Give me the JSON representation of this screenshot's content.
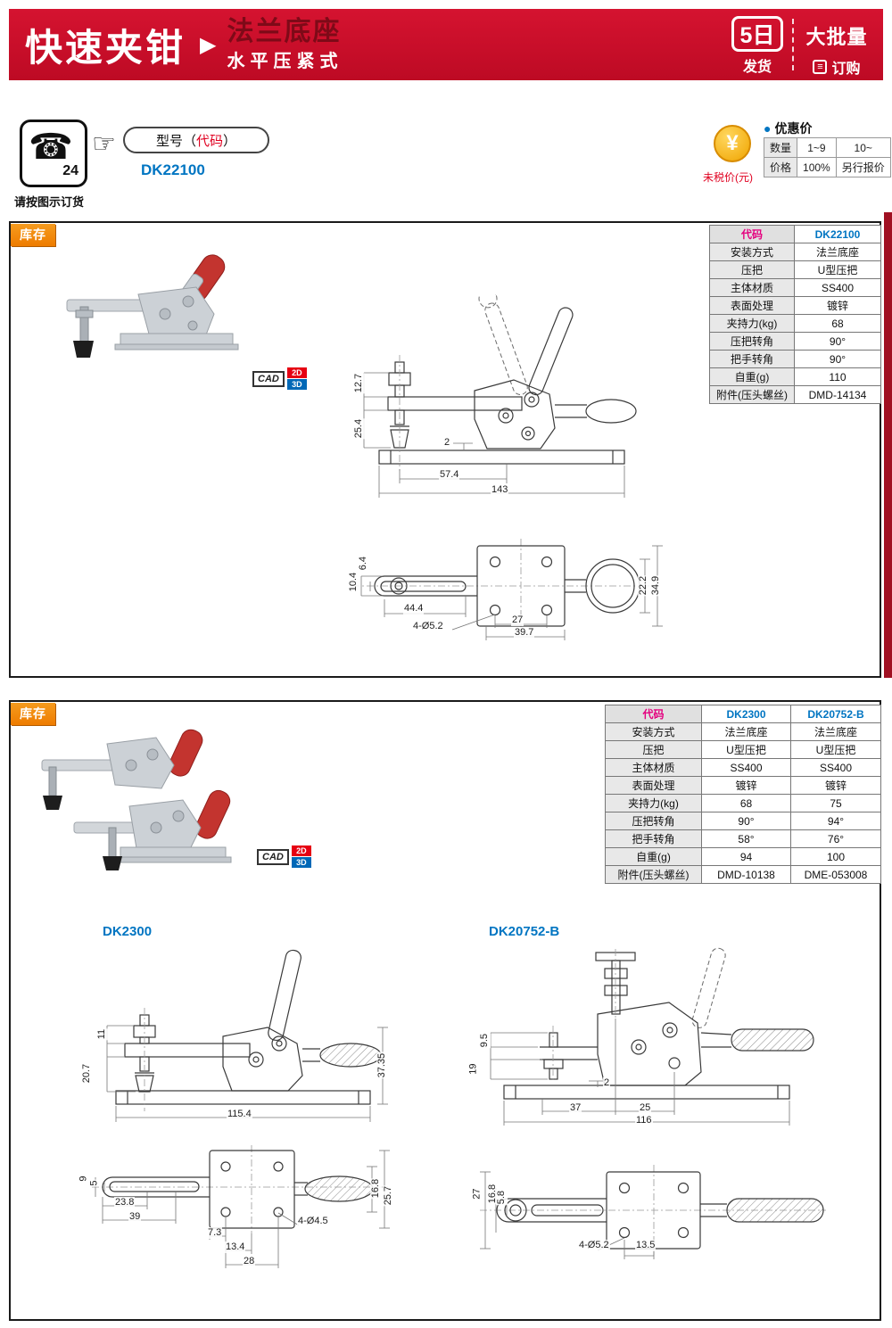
{
  "colors": {
    "header_red": "#c8102e",
    "accent_blue": "#0075c2",
    "accent_magenta": "#e4007f",
    "stock_orange": "#ee7c00",
    "price_red": "#e00020"
  },
  "header": {
    "title": "快速夹钳",
    "arrow_glyph": "▶",
    "subtitle_line1": "法兰底座",
    "subtitle_line2": "水平压紧式",
    "ship_big": "5日",
    "ship_small": "发货",
    "bulk_line1": "大批量",
    "bulk_line2": "订购",
    "order_icon_glyph": "≡"
  },
  "order": {
    "phone_glyph": "☎",
    "phone_24": "24",
    "phone_note": "请按图示订货",
    "hand_glyph": "☞",
    "model_label_pre": "型号（",
    "model_label_code": "代码",
    "model_label_post": "）",
    "model_code": "DK22100",
    "coin_glyph": "¥",
    "tax_note": "未税价(元)",
    "price_dot": "●",
    "price_title": "优惠价",
    "price_table": {
      "qty_label": "数量",
      "qty_1": "1~9",
      "qty_2": "10~",
      "price_label": "价格",
      "price_1": "100%",
      "price_2": "另行报价"
    }
  },
  "section1": {
    "stock_label": "库存",
    "cad_label": "CAD",
    "badge_2d": "2D",
    "badge_3d": "3D",
    "spec": {
      "code_label": "代码",
      "code_value": "DK22100",
      "rows": [
        {
          "label": "安装方式",
          "value": "法兰底座"
        },
        {
          "label": "压把",
          "value": "U型压把"
        },
        {
          "label": "主体材质",
          "value": "SS400"
        },
        {
          "label": "表面处理",
          "value": "镀锌"
        },
        {
          "label": "夹持力(kg)",
          "value": "68"
        },
        {
          "label": "压把转角",
          "value": "90°"
        },
        {
          "label": "把手转角",
          "value": "90°"
        },
        {
          "label": "自重(g)",
          "value": "110"
        },
        {
          "label": "附件(压头螺丝)",
          "value": "DMD-14134"
        }
      ]
    },
    "front_dims": [
      "12.7",
      "25.4",
      "2",
      "57.4",
      "143"
    ],
    "top_dims": [
      "6.4",
      "10.4",
      "44.4",
      "4-Ø5.2",
      "27",
      "39.7",
      "22.2",
      "34.9"
    ]
  },
  "section2": {
    "stock_label": "库存",
    "cad_label": "CAD",
    "badge_2d": "2D",
    "badge_3d": "3D",
    "spec": {
      "code_label": "代码",
      "model1": "DK2300",
      "model2": "DK20752-B",
      "rows": [
        {
          "label": "安装方式",
          "v1": "法兰底座",
          "v2": "法兰底座"
        },
        {
          "label": "压把",
          "v1": "U型压把",
          "v2": "U型压把"
        },
        {
          "label": "主体材质",
          "v1": "SS400",
          "v2": "SS400"
        },
        {
          "label": "表面处理",
          "v1": "镀锌",
          "v2": "镀锌"
        },
        {
          "label": "夹持力(kg)",
          "v1": "68",
          "v2": "75"
        },
        {
          "label": "压把转角",
          "v1": "90°",
          "v2": "94°"
        },
        {
          "label": "把手转角",
          "v1": "58°",
          "v2": "76°"
        },
        {
          "label": "自重(g)",
          "v1": "94",
          "v2": "100"
        },
        {
          "label": "附件(压头螺丝)",
          "v1": "DMD-10138",
          "v2": "DME-053008"
        }
      ]
    },
    "model1_label": "DK2300",
    "model2_label": "DK20752-B",
    "d1_front_dims": [
      "11",
      "20.7",
      "115.4",
      "37.35"
    ],
    "d1_top_dims": [
      "9",
      "5",
      "23.8",
      "39",
      "7.3",
      "13.4",
      "28",
      "4-Ø4.5",
      "16.8",
      "25.7"
    ],
    "d2_front_dims": [
      "9.5",
      "19",
      "2",
      "37",
      "25",
      "116"
    ],
    "d2_top_dims": [
      "27",
      "16.8",
      "5.8",
      "4-Ø5.2",
      "13.5"
    ]
  }
}
